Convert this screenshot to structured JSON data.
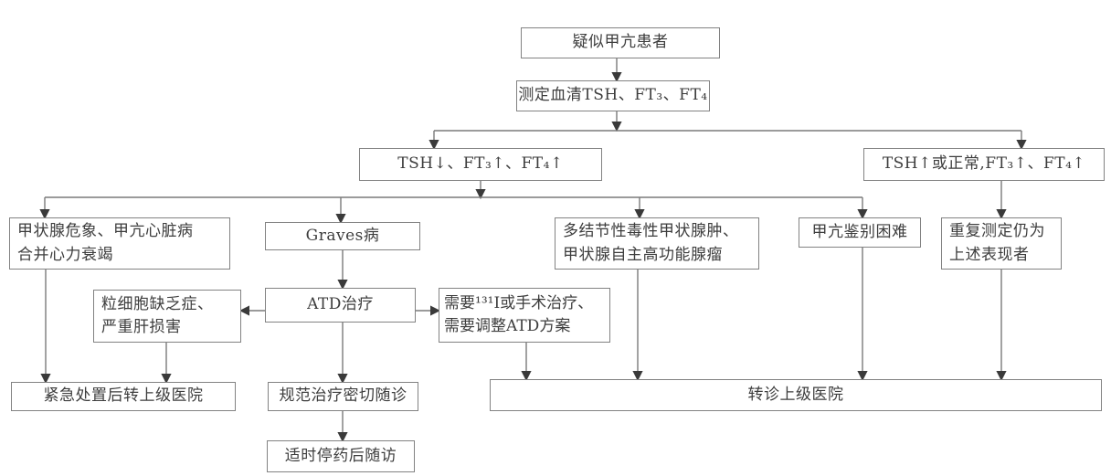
{
  "diagram": {
    "type": "flowchart",
    "language": "zh-CN",
    "topic": "疑似甲亢患者诊治转诊流程"
  },
  "nodes": {
    "suspect": {
      "label": "疑似甲亢患者"
    },
    "measure": {
      "label": "测定血清TSH、FT₃、FT₄"
    },
    "tsh_low": {
      "label": "TSH↓、FT₃↑、FT₄↑"
    },
    "tsh_high": {
      "label": "TSH↑或正常,FT₃↑、FT₄↑"
    },
    "crisis": {
      "label": "甲状腺危象、甲亢心脏病\n合并心力衰竭"
    },
    "graves": {
      "label": "Graves病"
    },
    "multinodular": {
      "label": "多结节性毒性甲状腺肿、\n甲状腺自主高功能腺瘤"
    },
    "difficult": {
      "label": "甲亢鉴别困难"
    },
    "repeat": {
      "label": "重复测定仍为\n上述表现者"
    },
    "agranulocytosis": {
      "label": "粒细胞缺乏症、\n严重肝损害"
    },
    "atd": {
      "label": "ATD治疗"
    },
    "need131": {
      "label": "需要¹³¹I或手术治疗、\n需要调整ATD方案"
    },
    "emergency": {
      "label": "紧急处置后转上级医院"
    },
    "standard": {
      "label": "规范治疗密切随诊"
    },
    "refer": {
      "label": "转诊上级医院"
    },
    "followup": {
      "label": "适时停药后随访"
    }
  },
  "colors": {
    "background": "#ffffff",
    "box_border": "#828282",
    "box_fill": "#ffffff",
    "text_color": "#3d3d3d",
    "line_color": "#7a7a7a",
    "arrowhead": "#3a3a3a"
  }
}
